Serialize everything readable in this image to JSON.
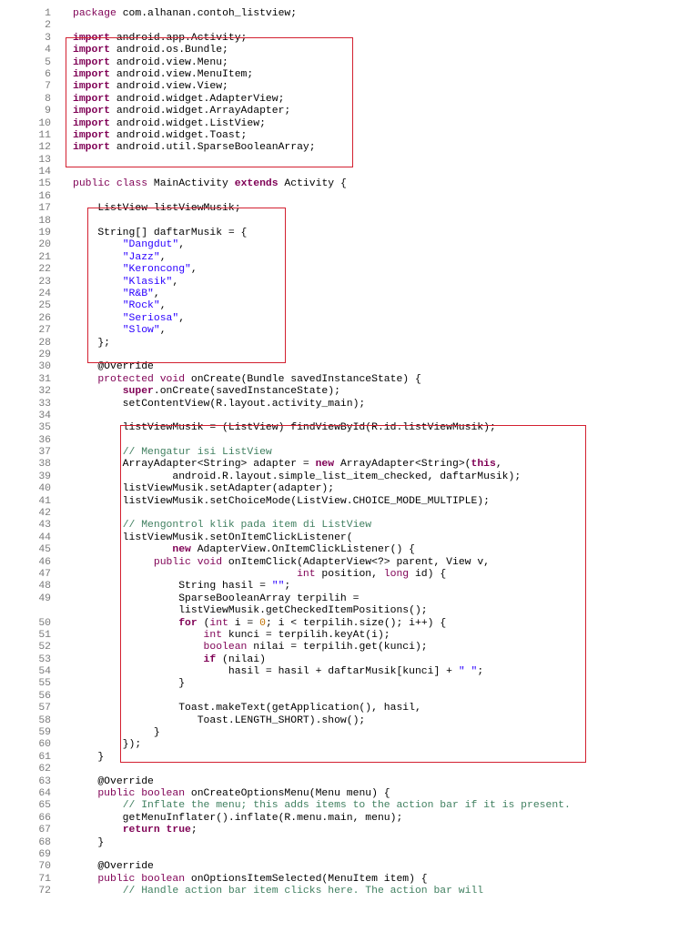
{
  "document": {
    "lines": [
      {
        "n": "1",
        "tokens": [
          {
            "t": "kt",
            "v": "package"
          },
          {
            "t": "pl",
            "v": " com.alhanan.contoh_listview;"
          }
        ]
      },
      {
        "n": "2",
        "tokens": []
      },
      {
        "n": "3",
        "tokens": [
          {
            "t": "kw",
            "v": "import"
          },
          {
            "t": "pl",
            "v": " android.app.Activity;"
          }
        ]
      },
      {
        "n": "4",
        "tokens": [
          {
            "t": "kw",
            "v": "import"
          },
          {
            "t": "pl",
            "v": " android.os.Bundle;"
          }
        ]
      },
      {
        "n": "5",
        "tokens": [
          {
            "t": "kw",
            "v": "import"
          },
          {
            "t": "pl",
            "v": " android.view.Menu;"
          }
        ]
      },
      {
        "n": "6",
        "tokens": [
          {
            "t": "kw",
            "v": "import"
          },
          {
            "t": "pl",
            "v": " android.view.MenuItem;"
          }
        ]
      },
      {
        "n": "7",
        "tokens": [
          {
            "t": "kw",
            "v": "import"
          },
          {
            "t": "pl",
            "v": " android.view.View;"
          }
        ]
      },
      {
        "n": "8",
        "tokens": [
          {
            "t": "kw",
            "v": "import"
          },
          {
            "t": "pl",
            "v": " android.widget.AdapterView;"
          }
        ]
      },
      {
        "n": "9",
        "tokens": [
          {
            "t": "kw",
            "v": "import"
          },
          {
            "t": "pl",
            "v": " android.widget.ArrayAdapter;"
          }
        ]
      },
      {
        "n": "10",
        "tokens": [
          {
            "t": "kw",
            "v": "import"
          },
          {
            "t": "pl",
            "v": " android.widget.ListView;"
          }
        ]
      },
      {
        "n": "11",
        "tokens": [
          {
            "t": "kw",
            "v": "import"
          },
          {
            "t": "pl",
            "v": " android.widget.Toast;"
          }
        ]
      },
      {
        "n": "12",
        "tokens": [
          {
            "t": "kw",
            "v": "import"
          },
          {
            "t": "pl",
            "v": " android.util.SparseBooleanArray;"
          }
        ]
      },
      {
        "n": "13",
        "tokens": []
      },
      {
        "n": "14",
        "tokens": []
      },
      {
        "n": "15",
        "tokens": [
          {
            "t": "kt",
            "v": "public class"
          },
          {
            "t": "pl",
            "v": " MainActivity "
          },
          {
            "t": "kw",
            "v": "extends"
          },
          {
            "t": "pl",
            "v": " Activity {"
          }
        ]
      },
      {
        "n": "16",
        "tokens": []
      },
      {
        "n": "17",
        "tokens": [
          {
            "t": "pl",
            "v": "    ListView listViewMusik;"
          }
        ]
      },
      {
        "n": "18",
        "tokens": []
      },
      {
        "n": "19",
        "tokens": [
          {
            "t": "pl",
            "v": "    String[] daftarMusik = {"
          }
        ]
      },
      {
        "n": "20",
        "tokens": [
          {
            "t": "pl",
            "v": "        "
          },
          {
            "t": "str",
            "v": "\"Dangdut\""
          },
          {
            "t": "pl",
            "v": ","
          }
        ]
      },
      {
        "n": "21",
        "tokens": [
          {
            "t": "pl",
            "v": "        "
          },
          {
            "t": "str",
            "v": "\"Jazz\""
          },
          {
            "t": "pl",
            "v": ","
          }
        ]
      },
      {
        "n": "22",
        "tokens": [
          {
            "t": "pl",
            "v": "        "
          },
          {
            "t": "str",
            "v": "\"Keroncong\""
          },
          {
            "t": "pl",
            "v": ","
          }
        ]
      },
      {
        "n": "23",
        "tokens": [
          {
            "t": "pl",
            "v": "        "
          },
          {
            "t": "str",
            "v": "\"Klasik\""
          },
          {
            "t": "pl",
            "v": ","
          }
        ]
      },
      {
        "n": "24",
        "tokens": [
          {
            "t": "pl",
            "v": "        "
          },
          {
            "t": "str",
            "v": "\"R&B\""
          },
          {
            "t": "pl",
            "v": ","
          }
        ]
      },
      {
        "n": "25",
        "tokens": [
          {
            "t": "pl",
            "v": "        "
          },
          {
            "t": "str",
            "v": "\"Rock\""
          },
          {
            "t": "pl",
            "v": ","
          }
        ]
      },
      {
        "n": "26",
        "tokens": [
          {
            "t": "pl",
            "v": "        "
          },
          {
            "t": "str",
            "v": "\"Seriosa\""
          },
          {
            "t": "pl",
            "v": ","
          }
        ]
      },
      {
        "n": "27",
        "tokens": [
          {
            "t": "pl",
            "v": "        "
          },
          {
            "t": "str",
            "v": "\"Slow\""
          },
          {
            "t": "pl",
            "v": ","
          }
        ]
      },
      {
        "n": "28",
        "tokens": [
          {
            "t": "pl",
            "v": "    };"
          }
        ]
      },
      {
        "n": "29",
        "tokens": []
      },
      {
        "n": "30",
        "tokens": [
          {
            "t": "pl",
            "v": "    @Override"
          }
        ]
      },
      {
        "n": "31",
        "tokens": [
          {
            "t": "pl",
            "v": "    "
          },
          {
            "t": "kt",
            "v": "protected void"
          },
          {
            "t": "pl",
            "v": " onCreate(Bundle savedInstanceState) {"
          }
        ]
      },
      {
        "n": "32",
        "tokens": [
          {
            "t": "pl",
            "v": "        "
          },
          {
            "t": "kw",
            "v": "super"
          },
          {
            "t": "pl",
            "v": ".onCreate(savedInstanceState);"
          }
        ]
      },
      {
        "n": "33",
        "tokens": [
          {
            "t": "pl",
            "v": "        setContentView(R.layout.activity_main);"
          }
        ]
      },
      {
        "n": "34",
        "tokens": []
      },
      {
        "n": "35",
        "tokens": [
          {
            "t": "pl",
            "v": "        listViewMusik = (ListView) findViewById(R.id.listViewMusik);"
          }
        ]
      },
      {
        "n": "36",
        "tokens": []
      },
      {
        "n": "37",
        "tokens": [
          {
            "t": "pl",
            "v": "        "
          },
          {
            "t": "cmt",
            "v": "// Mengatur isi ListView"
          }
        ]
      },
      {
        "n": "38",
        "tokens": [
          {
            "t": "pl",
            "v": "        ArrayAdapter<String> adapter = "
          },
          {
            "t": "kw",
            "v": "new"
          },
          {
            "t": "pl",
            "v": " ArrayAdapter<String>("
          },
          {
            "t": "kw",
            "v": "this"
          },
          {
            "t": "pl",
            "v": ","
          }
        ]
      },
      {
        "n": "39",
        "tokens": [
          {
            "t": "pl",
            "v": "                android.R.layout.simple_list_item_checked, daftarMusik);"
          }
        ]
      },
      {
        "n": "40",
        "tokens": [
          {
            "t": "pl",
            "v": "        listViewMusik.setAdapter(adapter);"
          }
        ]
      },
      {
        "n": "41",
        "tokens": [
          {
            "t": "pl",
            "v": "        listViewMusik.setChoiceMode(ListView.CHOICE_MODE_MULTIPLE);"
          }
        ]
      },
      {
        "n": "42",
        "tokens": []
      },
      {
        "n": "43",
        "tokens": [
          {
            "t": "pl",
            "v": "        "
          },
          {
            "t": "cmt",
            "v": "// Mengontrol klik pada item di ListView"
          }
        ]
      },
      {
        "n": "44",
        "tokens": [
          {
            "t": "pl",
            "v": "        listViewMusik.setOnItemClickListener("
          }
        ]
      },
      {
        "n": "45",
        "tokens": [
          {
            "t": "pl",
            "v": "                "
          },
          {
            "t": "kw",
            "v": "new"
          },
          {
            "t": "pl",
            "v": " AdapterView.OnItemClickListener() {"
          }
        ]
      },
      {
        "n": "46",
        "tokens": [
          {
            "t": "pl",
            "v": "             "
          },
          {
            "t": "kt",
            "v": "public void"
          },
          {
            "t": "pl",
            "v": " onItemClick(AdapterView<?> parent, View v,"
          }
        ]
      },
      {
        "n": "47",
        "tokens": [
          {
            "t": "pl",
            "v": "                                    "
          },
          {
            "t": "kt",
            "v": "int"
          },
          {
            "t": "pl",
            "v": " position, "
          },
          {
            "t": "kt",
            "v": "long"
          },
          {
            "t": "pl",
            "v": " id) {"
          }
        ]
      },
      {
        "n": "48",
        "tokens": [
          {
            "t": "pl",
            "v": "                 String hasil = "
          },
          {
            "t": "str",
            "v": "\"\""
          },
          {
            "t": "pl",
            "v": ";"
          }
        ]
      },
      {
        "n": "49",
        "tokens": [
          {
            "t": "pl",
            "v": "                 SparseBooleanArray terpilih ="
          }
        ]
      },
      {
        "n": "",
        "tokens": [
          {
            "t": "pl",
            "v": "                 listViewMusik.getCheckedItemPositions();"
          }
        ]
      },
      {
        "n": "50",
        "tokens": [
          {
            "t": "pl",
            "v": "                 "
          },
          {
            "t": "kw",
            "v": "for"
          },
          {
            "t": "pl",
            "v": " ("
          },
          {
            "t": "kt",
            "v": "int"
          },
          {
            "t": "pl",
            "v": " i = "
          },
          {
            "t": "num",
            "v": "0"
          },
          {
            "t": "pl",
            "v": "; i < terpilih.size(); i++) {"
          }
        ]
      },
      {
        "n": "51",
        "tokens": [
          {
            "t": "pl",
            "v": "                     "
          },
          {
            "t": "kt",
            "v": "int"
          },
          {
            "t": "pl",
            "v": " kunci = terpilih.keyAt(i);"
          }
        ]
      },
      {
        "n": "52",
        "tokens": [
          {
            "t": "pl",
            "v": "                     "
          },
          {
            "t": "kt",
            "v": "boolean"
          },
          {
            "t": "pl",
            "v": " nilai = terpilih.get(kunci);"
          }
        ]
      },
      {
        "n": "53",
        "tokens": [
          {
            "t": "pl",
            "v": "                     "
          },
          {
            "t": "kw",
            "v": "if"
          },
          {
            "t": "pl",
            "v": " (nilai)"
          }
        ]
      },
      {
        "n": "54",
        "tokens": [
          {
            "t": "pl",
            "v": "                         hasil = hasil + daftarMusik[kunci] + "
          },
          {
            "t": "str",
            "v": "\" \""
          },
          {
            "t": "pl",
            "v": ";"
          }
        ]
      },
      {
        "n": "55",
        "tokens": [
          {
            "t": "pl",
            "v": "                 }"
          }
        ]
      },
      {
        "n": "56",
        "tokens": []
      },
      {
        "n": "57",
        "tokens": [
          {
            "t": "pl",
            "v": "                 Toast.makeText(getApplication(), hasil,"
          }
        ]
      },
      {
        "n": "58",
        "tokens": [
          {
            "t": "pl",
            "v": "                    Toast.LENGTH_SHORT).show();"
          }
        ]
      },
      {
        "n": "59",
        "tokens": [
          {
            "t": "pl",
            "v": "             }"
          }
        ]
      },
      {
        "n": "60",
        "tokens": [
          {
            "t": "pl",
            "v": "        });"
          }
        ]
      },
      {
        "n": "61",
        "tokens": [
          {
            "t": "pl",
            "v": "    }"
          }
        ]
      },
      {
        "n": "62",
        "tokens": []
      },
      {
        "n": "63",
        "tokens": [
          {
            "t": "pl",
            "v": "    @Override"
          }
        ]
      },
      {
        "n": "64",
        "tokens": [
          {
            "t": "pl",
            "v": "    "
          },
          {
            "t": "kt",
            "v": "public boolean"
          },
          {
            "t": "pl",
            "v": " onCreateOptionsMenu(Menu menu) {"
          }
        ]
      },
      {
        "n": "65",
        "tokens": [
          {
            "t": "pl",
            "v": "        "
          },
          {
            "t": "cmt",
            "v": "// Inflate the menu; this adds items to the action bar if it is present."
          }
        ]
      },
      {
        "n": "66",
        "tokens": [
          {
            "t": "pl",
            "v": "        getMenuInflater().inflate(R.menu.main, menu);"
          }
        ]
      },
      {
        "n": "67",
        "tokens": [
          {
            "t": "pl",
            "v": "        "
          },
          {
            "t": "kw",
            "v": "return"
          },
          {
            "t": "pl",
            "v": " "
          },
          {
            "t": "kw",
            "v": "true"
          },
          {
            "t": "pl",
            "v": ";"
          }
        ]
      },
      {
        "n": "68",
        "tokens": [
          {
            "t": "pl",
            "v": "    }"
          }
        ]
      },
      {
        "n": "69",
        "tokens": []
      },
      {
        "n": "70",
        "tokens": [
          {
            "t": "pl",
            "v": "    @Override"
          }
        ]
      },
      {
        "n": "71",
        "tokens": [
          {
            "t": "pl",
            "v": "    "
          },
          {
            "t": "kt",
            "v": "public boolean"
          },
          {
            "t": "pl",
            "v": " onOptionsItemSelected(MenuItem item) {"
          }
        ]
      },
      {
        "n": "72",
        "tokens": [
          {
            "t": "pl",
            "v": "        "
          },
          {
            "t": "cmt",
            "v": "// Handle action bar item clicks here. The action bar will"
          }
        ]
      }
    ]
  },
  "colors": {
    "keyword": "#7f0055",
    "string": "#2a00ff",
    "comment": "#3f7f5f",
    "number": "#c07000",
    "line_number": "#7a7a7a",
    "highlight_box": "#d32030"
  }
}
